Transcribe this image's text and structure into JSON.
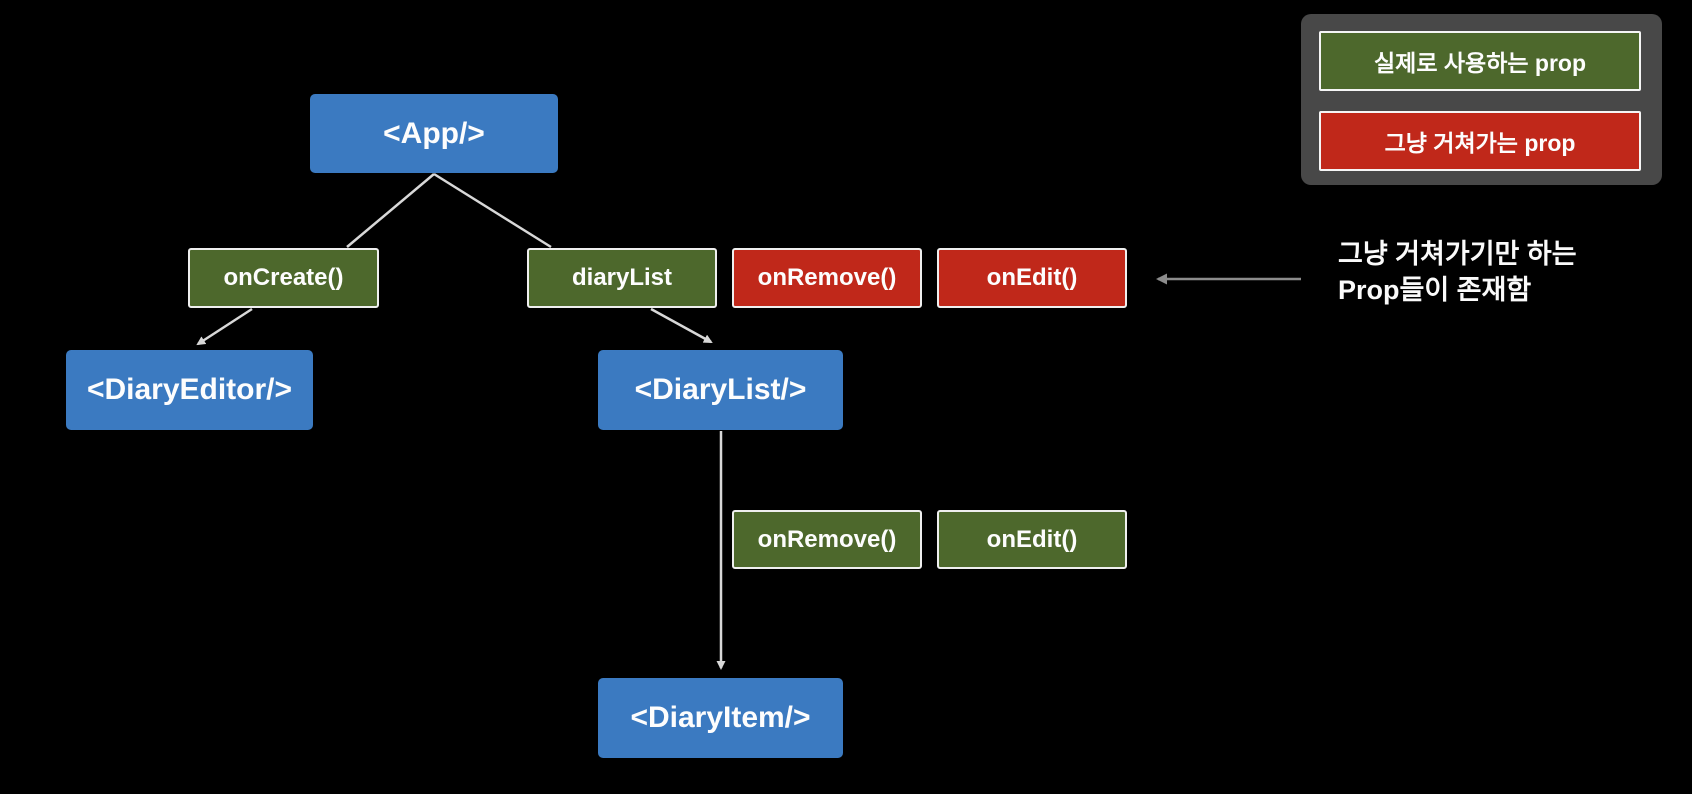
{
  "nodes": {
    "app": "<App/>",
    "on_create": "onCreate()",
    "diary_list_prop": "diaryList",
    "on_remove_pass": "onRemove()",
    "on_edit_pass": "onEdit()",
    "diary_editor": "<DiaryEditor/>",
    "diary_list": "<DiaryList/>",
    "on_remove_used": "onRemove()",
    "on_edit_used": "onEdit()",
    "diary_item": "<DiaryItem/>"
  },
  "legend": {
    "used_prop": "실제로 사용하는 prop",
    "passing_prop": "그냥 거쳐가는 prop"
  },
  "annotation": {
    "line1": "그냥 거쳐가기만 하는",
    "line2": "Prop들이 존재함"
  },
  "colors": {
    "background": "#000000",
    "component_blue": "#3b7ac1",
    "used_prop_green": "#4d682c",
    "passing_prop_red": "#c0281a",
    "legend_background": "#484848",
    "tree_line": "#d8d8d8",
    "annotation_arrow": "#8c8c8c"
  }
}
